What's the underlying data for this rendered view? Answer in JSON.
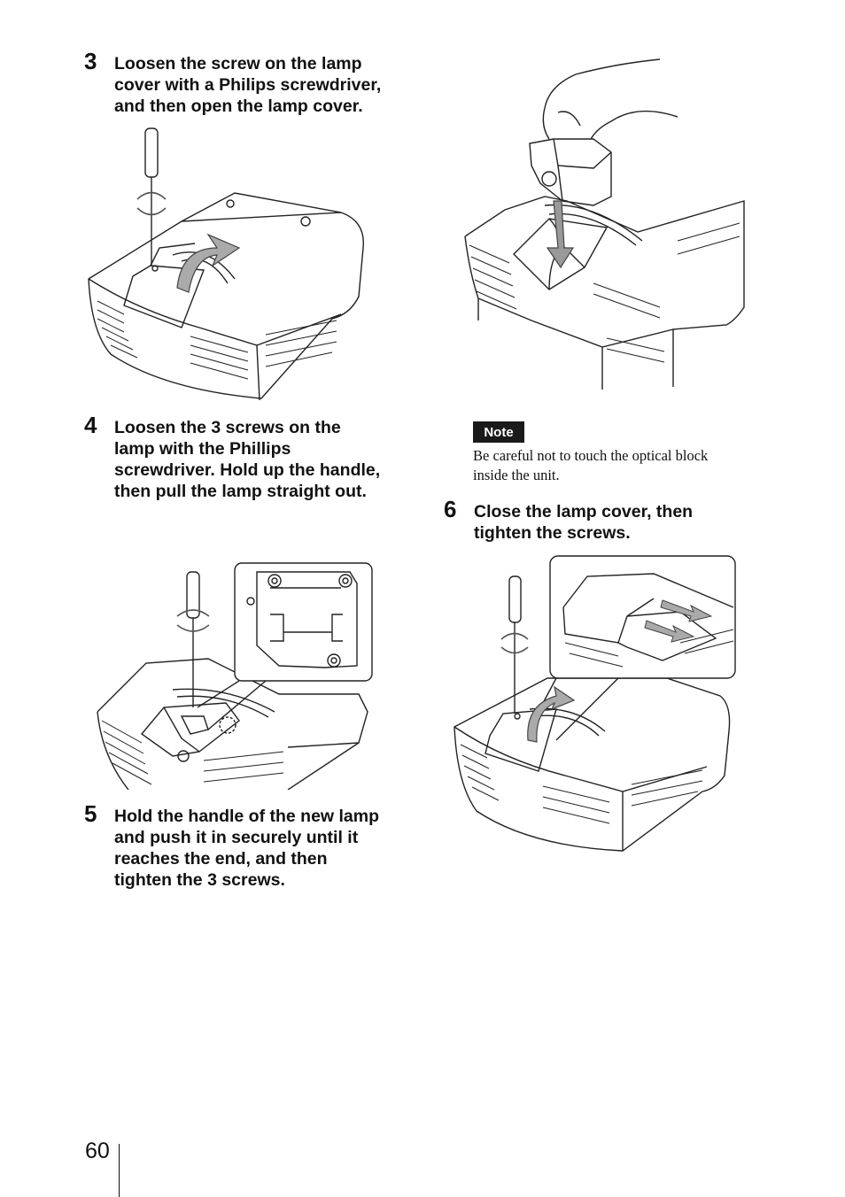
{
  "steps": [
    {
      "number": "3",
      "lines": [
        "Loosen the screw on the lamp",
        "cover with a Philips screwdriver,",
        "and then open the lamp cover."
      ]
    },
    {
      "number": "4",
      "lines": [
        "Loosen the 3 screws on the",
        "lamp with the Phillips",
        "screwdriver. Hold up the handle,",
        "then pull the lamp straight out."
      ]
    },
    {
      "number": "5",
      "lines": [
        "Hold the handle of the new lamp",
        "and push it in securely until it",
        "reaches the end, and then",
        "tighten the 3 screws."
      ]
    },
    {
      "number": "6",
      "lines": [
        "Close the lamp cover, then",
        "tighten the screws."
      ]
    }
  ],
  "note": {
    "label": "Note",
    "lines": [
      "Be careful not to touch the optical block",
      "inside the unit."
    ]
  },
  "page_number": "60"
}
